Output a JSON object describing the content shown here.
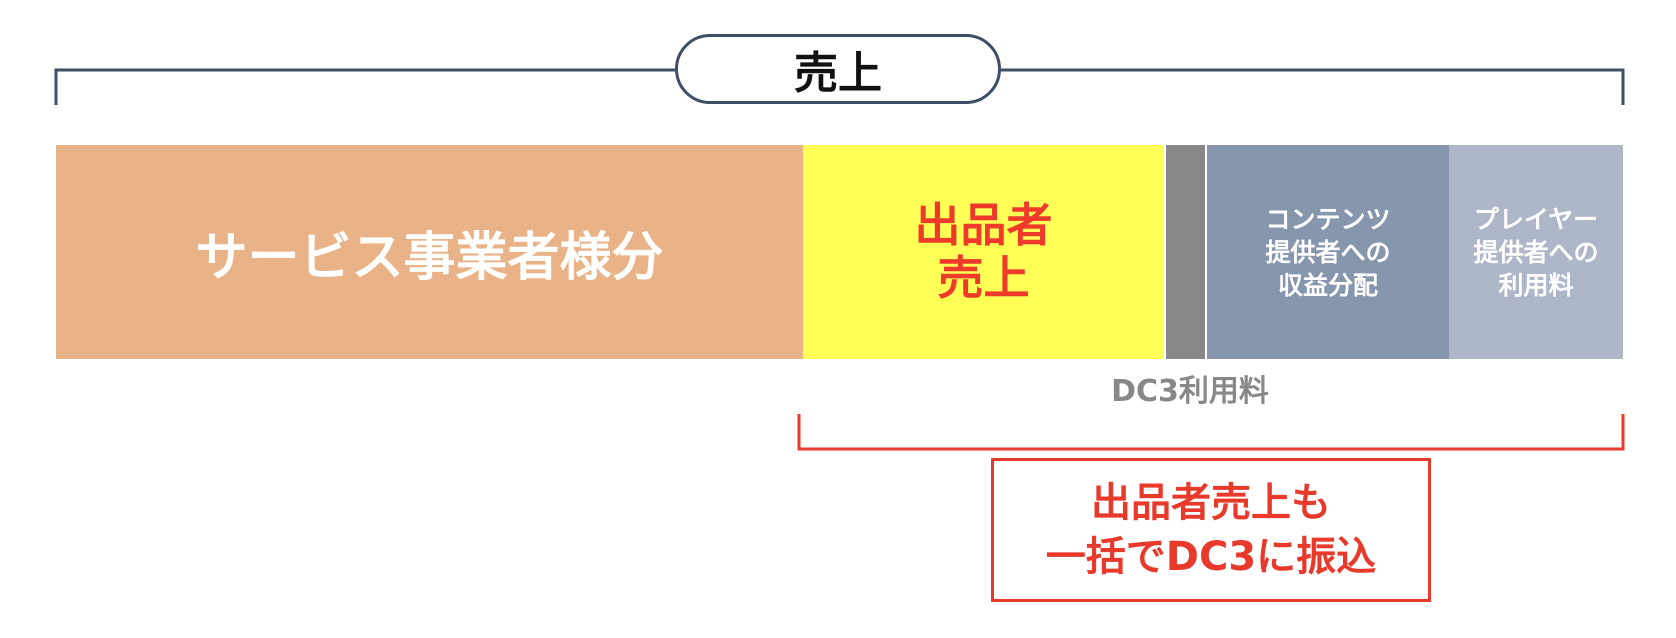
{
  "title": "売上",
  "segments": {
    "service": "サービス事業者様分",
    "seller": "出品者\n売上",
    "content": "コンテンツ\n提供者への\n収益分配",
    "player": "プレイヤー\n提供者への\n利用料"
  },
  "dc3_fee_label": "DC3利用料",
  "note": "出品者売上も\n一括でDC3に振込",
  "colors": {
    "service": "#eab287",
    "seller": "#ffff55",
    "dc3_fee": "#888888",
    "content": "#8596ad",
    "player": "#adb7c8",
    "accent_red": "#e8392b",
    "bracket_navy": "#3f4e67"
  }
}
